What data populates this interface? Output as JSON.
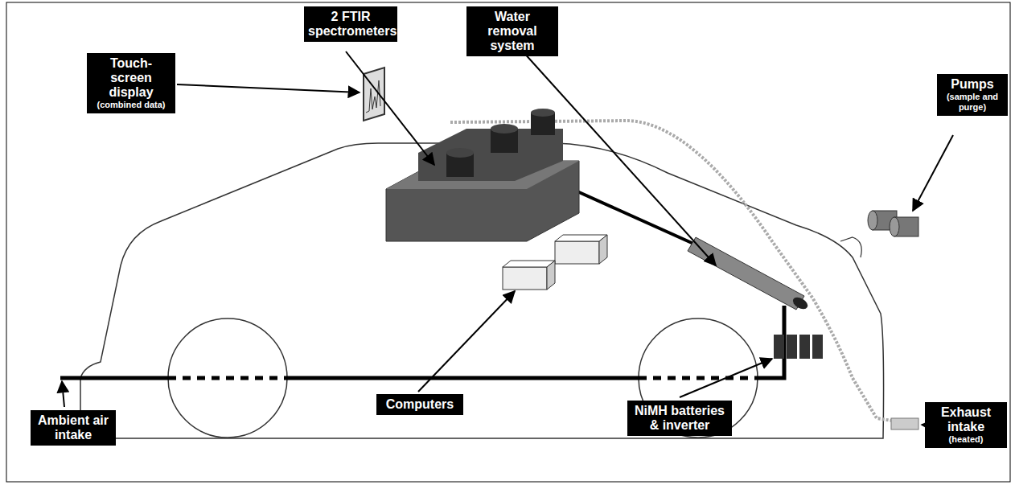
{
  "diagram": {
    "nodes": [
      {
        "text": [
          "Touch-screen display",
          "(combined data)"
        ]
      },
      {
        "text": [
          "2 FTIR spectrometers"
        ]
      },
      {
        "text": [
          "Water removal system"
        ]
      },
      {
        "text": [
          "Pumps",
          "(sample and purge)"
        ]
      },
      {
        "text": [
          "Ambient air intake"
        ]
      },
      {
        "text": [
          "Computers"
        ]
      },
      {
        "text": [
          "NiMH batteries & inverter"
        ]
      },
      {
        "text": [
          "Exhaust intake",
          "(heated)"
        ]
      }
    ]
  }
}
